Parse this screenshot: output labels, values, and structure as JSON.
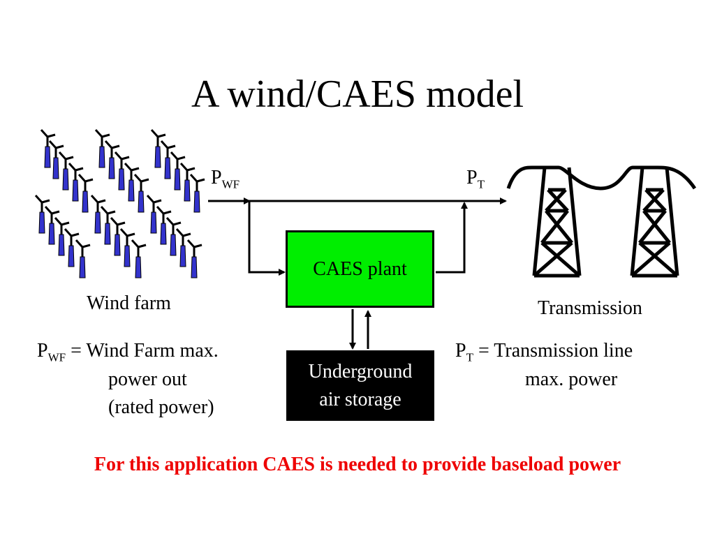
{
  "title": "A wind/CAES model",
  "labels": {
    "p_wf": {
      "main": "P",
      "sub": "WF"
    },
    "p_t": {
      "main": "P",
      "sub": "T"
    },
    "wind_farm": "Wind farm",
    "transmission": "Transmission",
    "caes_plant": "CAES plant",
    "storage_line1": "Underground",
    "storage_line2": "air storage"
  },
  "definitions": {
    "p_wf": {
      "symbol": "P",
      "sub": "WF",
      "text": " = Wind Farm max.",
      "line2": "power out",
      "line3": "(rated power)"
    },
    "p_t": {
      "symbol": "P",
      "sub": "T",
      "text": " = Transmission line",
      "line2": "max. power"
    }
  },
  "footnote": "For this application CAES is needed to provide baseload power",
  "colors": {
    "caes_fill": "#00ee00",
    "storage_fill": "#000000",
    "turbine_blade": "#3333cc",
    "footnote": "#ee0000"
  },
  "icons": [
    "wind-turbine-icon",
    "transmission-tower-icon"
  ]
}
